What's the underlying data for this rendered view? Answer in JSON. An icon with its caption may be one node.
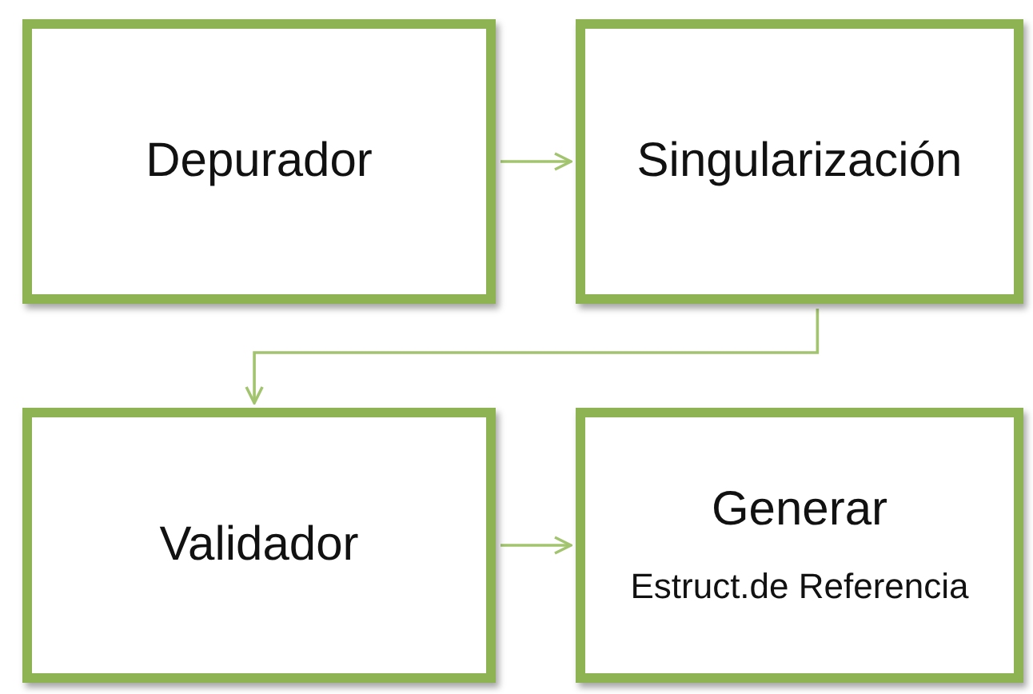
{
  "diagram": {
    "nodes": [
      {
        "text": [
          "Depurador"
        ]
      },
      {
        "text": [
          "Singularización"
        ]
      },
      {
        "text": [
          "Validador"
        ]
      },
      {
        "text": [
          "Generar",
          "Estruct.de Referencia"
        ]
      }
    ],
    "edges": [
      {
        "from": 0,
        "to": 1,
        "arrow": "to"
      },
      {
        "from": 1,
        "to": 2,
        "arrow": "to"
      },
      {
        "from": 2,
        "to": 3,
        "arrow": "to"
      }
    ]
  }
}
